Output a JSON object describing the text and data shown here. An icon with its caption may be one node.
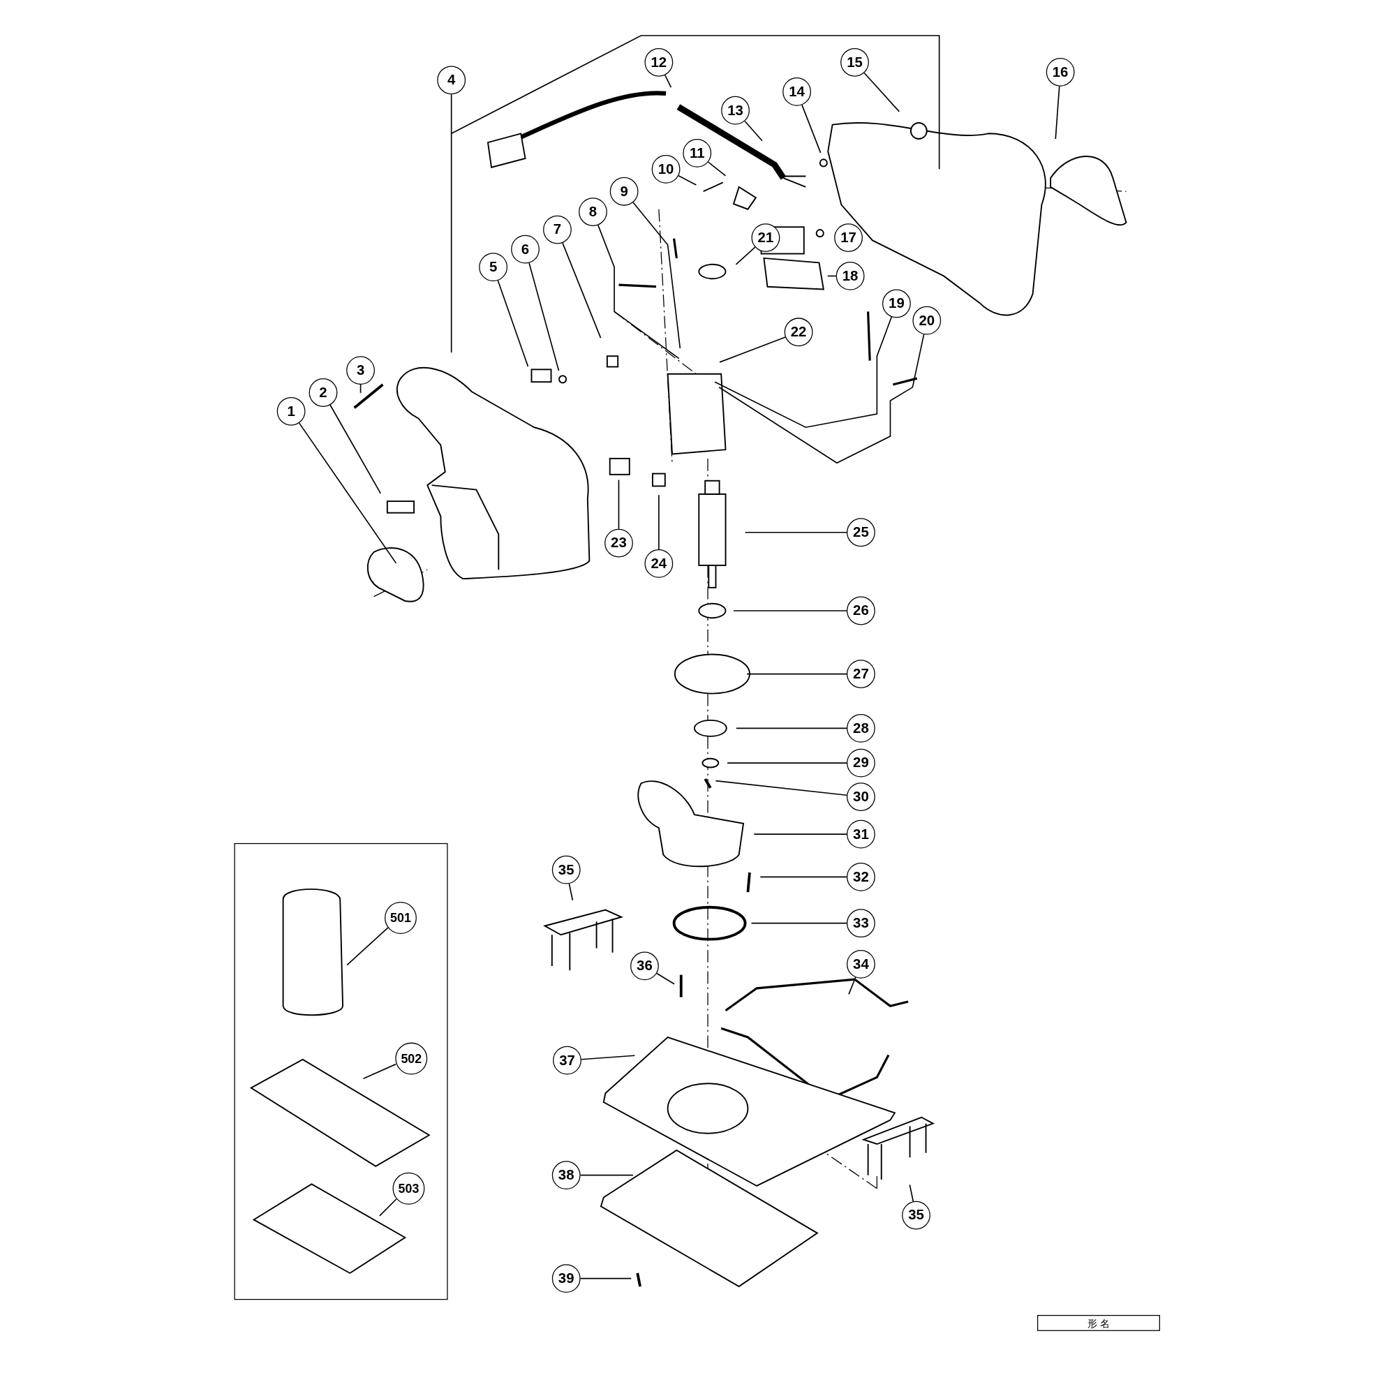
{
  "diagram": {
    "nodes": [
      {
        "text": [
          "1"
        ]
      },
      {
        "text": [
          "2"
        ]
      },
      {
        "text": [
          "3"
        ]
      },
      {
        "text": [
          "4"
        ]
      },
      {
        "text": [
          "5"
        ]
      },
      {
        "text": [
          "6"
        ]
      },
      {
        "text": [
          "7"
        ]
      },
      {
        "text": [
          "8"
        ]
      },
      {
        "text": [
          "9"
        ]
      },
      {
        "text": [
          "10"
        ]
      },
      {
        "text": [
          "11"
        ]
      },
      {
        "text": [
          "12"
        ]
      },
      {
        "text": [
          "13"
        ]
      },
      {
        "text": [
          "14"
        ]
      },
      {
        "text": [
          "15"
        ]
      },
      {
        "text": [
          "16"
        ]
      },
      {
        "text": [
          "17"
        ]
      },
      {
        "text": [
          "18"
        ]
      },
      {
        "text": [
          "19"
        ]
      },
      {
        "text": [
          "20"
        ]
      },
      {
        "text": [
          "21"
        ]
      },
      {
        "text": [
          "22"
        ]
      },
      {
        "text": [
          "23"
        ]
      },
      {
        "text": [
          "24"
        ]
      },
      {
        "text": [
          "25"
        ]
      },
      {
        "text": [
          "26"
        ]
      },
      {
        "text": [
          "27"
        ]
      },
      {
        "text": [
          "28"
        ]
      },
      {
        "text": [
          "29"
        ]
      },
      {
        "text": [
          "30"
        ]
      },
      {
        "text": [
          "31"
        ]
      },
      {
        "text": [
          "32"
        ]
      },
      {
        "text": [
          "33"
        ]
      },
      {
        "text": [
          "34"
        ]
      },
      {
        "text": [
          "35"
        ]
      },
      {
        "text": [
          "35"
        ]
      },
      {
        "text": [
          "36"
        ]
      },
      {
        "text": [
          "37"
        ]
      },
      {
        "text": [
          "38"
        ]
      },
      {
        "text": [
          "39"
        ]
      },
      {
        "text": [],
        "shape": "box"
      },
      {
        "text": [
          "501"
        ],
        "in": 40
      },
      {
        "text": [
          "502"
        ],
        "in": 40
      },
      {
        "text": [
          "503"
        ],
        "in": 40
      }
    ],
    "edges": [
      {
        "from": 0,
        "to": null,
        "arrow": "none"
      },
      {
        "from": 1,
        "to": null,
        "arrow": "none"
      },
      {
        "from": 2,
        "to": null,
        "arrow": "none"
      },
      {
        "from": 3,
        "to": null,
        "arrow": "none"
      },
      {
        "from": 4,
        "to": null,
        "arrow": "none"
      },
      {
        "from": 5,
        "to": null,
        "arrow": "none"
      },
      {
        "from": 6,
        "to": null,
        "arrow": "none"
      },
      {
        "from": 7,
        "to": null,
        "arrow": "none"
      },
      {
        "from": 8,
        "to": null,
        "arrow": "none"
      },
      {
        "from": 9,
        "to": null,
        "arrow": "none"
      },
      {
        "from": 10,
        "to": null,
        "arrow": "none"
      },
      {
        "from": 11,
        "to": null,
        "arrow": "none"
      },
      {
        "from": 12,
        "to": null,
        "arrow": "none"
      },
      {
        "from": 13,
        "to": null,
        "arrow": "none"
      },
      {
        "from": 14,
        "to": null,
        "arrow": "none"
      },
      {
        "from": 15,
        "to": null,
        "arrow": "none"
      },
      {
        "from": 16,
        "to": null,
        "arrow": "none"
      },
      {
        "from": 17,
        "to": null,
        "arrow": "none"
      },
      {
        "from": 18,
        "to": null,
        "arrow": "none"
      },
      {
        "from": 19,
        "to": null,
        "arrow": "none"
      },
      {
        "from": 20,
        "to": null,
        "arrow": "none"
      },
      {
        "from": 21,
        "to": null,
        "arrow": "none"
      },
      {
        "from": 22,
        "to": null,
        "arrow": "none"
      },
      {
        "from": 23,
        "to": null,
        "arrow": "none"
      },
      {
        "from": 24,
        "to": null,
        "arrow": "none"
      },
      {
        "from": 25,
        "to": null,
        "arrow": "none"
      },
      {
        "from": 26,
        "to": null,
        "arrow": "none"
      },
      {
        "from": 27,
        "to": null,
        "arrow": "none"
      },
      {
        "from": 28,
        "to": null,
        "arrow": "none"
      },
      {
        "from": 29,
        "to": null,
        "arrow": "none"
      },
      {
        "from": 30,
        "to": null,
        "arrow": "none"
      },
      {
        "from": 31,
        "to": null,
        "arrow": "none"
      },
      {
        "from": 32,
        "to": null,
        "arrow": "none"
      },
      {
        "from": 33,
        "to": null,
        "arrow": "none"
      },
      {
        "from": 34,
        "to": null,
        "arrow": "none"
      },
      {
        "from": 35,
        "to": null,
        "arrow": "none"
      },
      {
        "from": 36,
        "to": null,
        "arrow": "none"
      },
      {
        "from": 37,
        "to": null,
        "arrow": "none"
      },
      {
        "from": 38,
        "to": null,
        "arrow": "none"
      },
      {
        "from": 39,
        "to": null,
        "arrow": "none"
      },
      {
        "from": 41,
        "to": null,
        "arrow": "none"
      },
      {
        "from": 42,
        "to": null,
        "arrow": "none"
      },
      {
        "from": 43,
        "to": null,
        "arrow": "none"
      }
    ],
    "labels": [
      "形 名"
    ]
  }
}
